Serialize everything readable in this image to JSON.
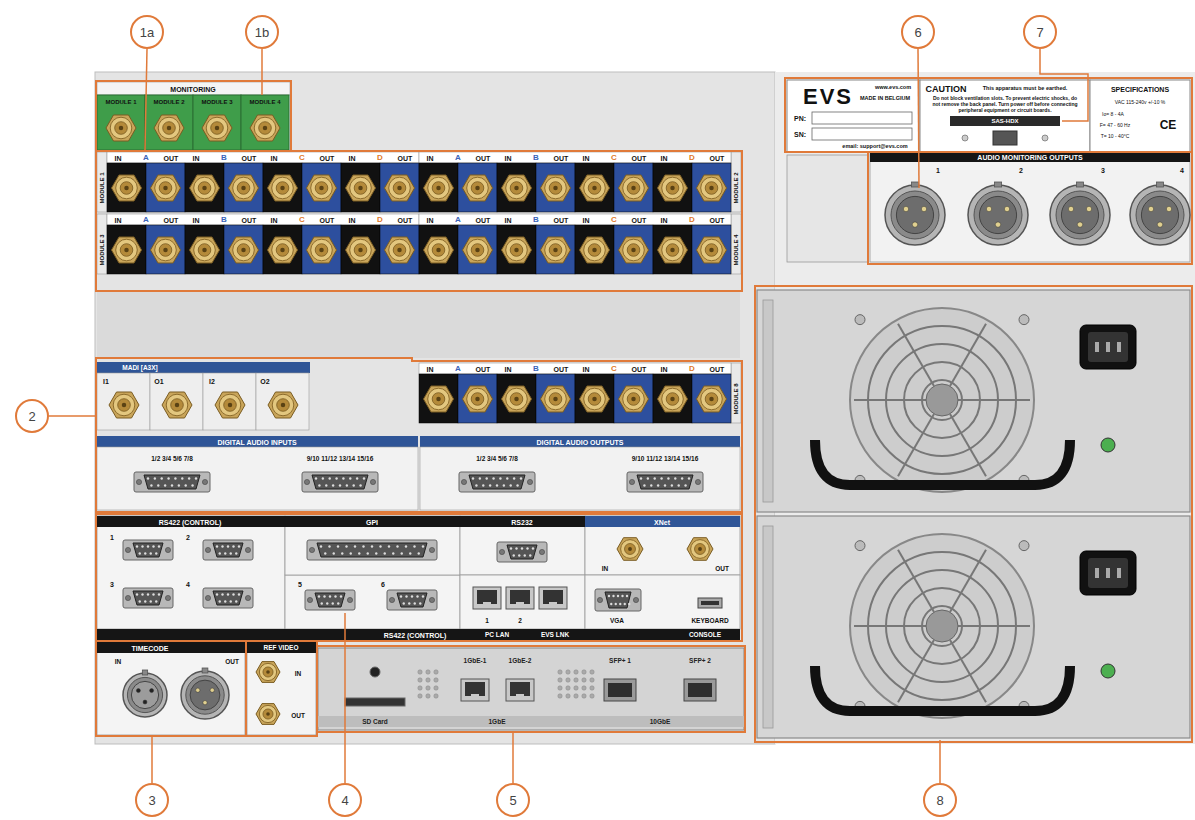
{
  "diagram": {
    "nodes": [
      {
        "text": [
          "MONITORING",
          "MODULE 1",
          "MODULE 2",
          "MODULE 3",
          "MODULE 4"
        ]
      },
      {
        "text": [
          "MODULE 1",
          "IN",
          "A",
          "OUT",
          "IN",
          "B",
          "OUT",
          "IN",
          "C",
          "OUT",
          "IN",
          "D",
          "OUT"
        ]
      },
      {
        "text": [
          "MODULE 2",
          "IN",
          "A",
          "OUT",
          "IN",
          "B",
          "OUT",
          "IN",
          "C",
          "OUT",
          "IN",
          "D",
          "OUT"
        ]
      },
      {
        "text": [
          "MODULE 3",
          "IN",
          "A",
          "OUT",
          "IN",
          "B",
          "OUT",
          "IN",
          "C",
          "OUT",
          "IN",
          "D",
          "OUT"
        ]
      },
      {
        "text": [
          "MODULE 4",
          "IN",
          "A",
          "OUT",
          "IN",
          "B",
          "OUT",
          "IN",
          "C",
          "OUT",
          "IN",
          "D",
          "OUT"
        ]
      },
      {
        "text": [
          "MADI [A3X]",
          "I1",
          "O1",
          "I2",
          "O2"
        ]
      },
      {
        "text": [
          "MODULE 8",
          "IN",
          "A",
          "OUT",
          "IN",
          "B",
          "OUT",
          "IN",
          "C",
          "OUT",
          "IN",
          "D",
          "OUT"
        ]
      },
      {
        "text": [
          "DIGITAL AUDIO INPUTS",
          "1/2 3/4 5/6 7/8",
          "9/10 11/12 13/14 15/16"
        ]
      },
      {
        "text": [
          "DIGITAL AUDIO OUTPUTS",
          "1/2 3/4 5/6 7/8",
          "9/10 11/12 13/14 15/16"
        ]
      },
      {
        "text": [
          "RS422 (CONTROL)",
          "1",
          "2",
          "3",
          "4",
          "5",
          "6",
          "RS422 (CONTROL)"
        ]
      },
      {
        "text": [
          "GPI"
        ]
      },
      {
        "text": [
          "RS232"
        ]
      },
      {
        "text": [
          "XNet",
          "IN",
          "OUT"
        ]
      },
      {
        "text": [
          "1",
          "2",
          "PC LAN",
          "EVS LNK"
        ]
      },
      {
        "text": [
          "VGA",
          "KEYBOARD",
          "CONSOLE"
        ]
      },
      {
        "text": [
          "TIMECODE",
          "IN",
          "OUT"
        ]
      },
      {
        "text": [
          "REF VIDEO",
          "IN",
          "OUT"
        ]
      },
      {
        "text": [
          "SD Card",
          "1GbE-1",
          "1GbE-2",
          "1GbE",
          "SFP+ 1",
          "SFP+ 2",
          "10GbE"
        ]
      },
      {
        "text": [
          "EVS",
          "www.evs.com",
          "MADE IN BELGIUM",
          "PN:",
          "SN:",
          "email: support@evs.com"
        ]
      },
      {
        "text": [
          "CAUTION",
          "This apparatus must be earthed.",
          "Do not block ventilation slots. To prevent electric shocks, do not remove the back panel. Turn power off before connecting peripheral equipment or circuit boards.",
          "SAS-HDX"
        ]
      },
      {
        "text": [
          "SPECIFICATIONS",
          "VAC 115-240v +/-10 %",
          "Io= 8 - 4A",
          "F= 47 - 60 Hz",
          "T= 10 - 40°C",
          "CE"
        ]
      },
      {
        "text": [
          "AUDIO MONITORING OUTPUTS",
          "1",
          "2",
          "3",
          "4"
        ]
      }
    ],
    "labels": [
      "1a",
      "1b",
      "6",
      "7",
      "2",
      "3",
      "4",
      "5",
      "8"
    ]
  }
}
